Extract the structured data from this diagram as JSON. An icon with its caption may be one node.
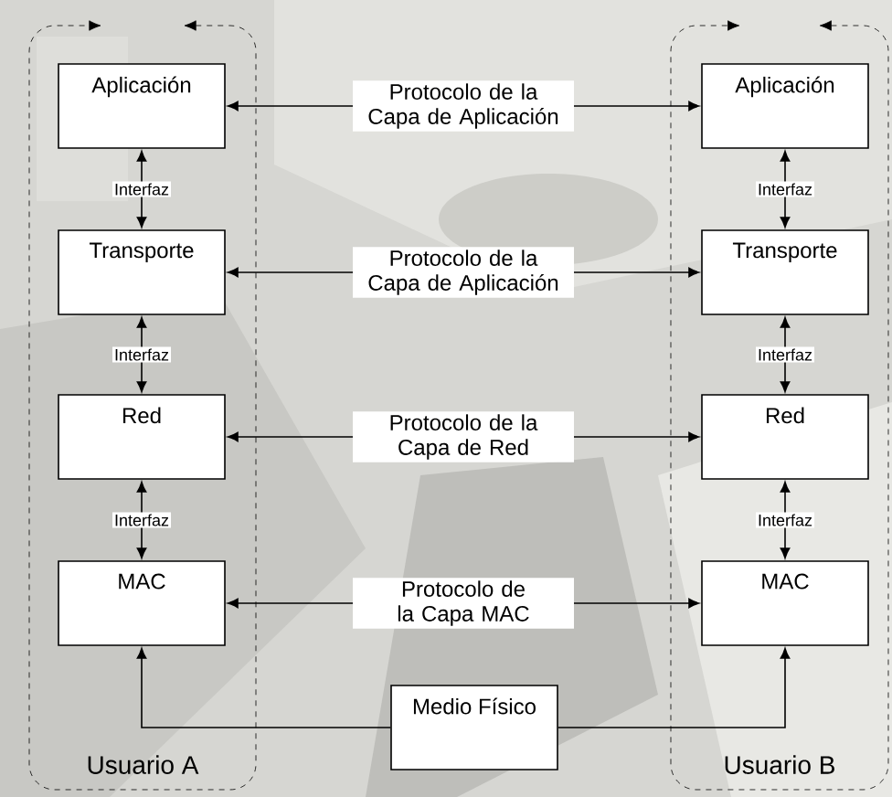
{
  "diagram": {
    "nodes": [
      {
        "text": [
          "Usuario A"
        ]
      },
      {
        "text": [
          "Usuario B"
        ]
      },
      {
        "text": [
          "Aplicación"
        ],
        "in": 0
      },
      {
        "text": [
          "Transporte"
        ],
        "in": 0
      },
      {
        "text": [
          "Red"
        ],
        "in": 0
      },
      {
        "text": [
          "MAC"
        ],
        "in": 0
      },
      {
        "text": [
          "Aplicación"
        ],
        "in": 1
      },
      {
        "text": [
          "Transporte"
        ],
        "in": 1
      },
      {
        "text": [
          "Red"
        ],
        "in": 1
      },
      {
        "text": [
          "MAC"
        ],
        "in": 1
      },
      {
        "text": [
          "Medio Físico"
        ]
      }
    ],
    "edges": [
      {
        "from": 2,
        "to": 6,
        "arrow": "both",
        "label": "Protocolo de la Capa de Aplicación"
      },
      {
        "from": 2,
        "to": 3,
        "arrow": "both",
        "label": "Interfaz"
      },
      {
        "from": 6,
        "to": 7,
        "arrow": "both",
        "label": "Interfaz"
      },
      {
        "from": 3,
        "to": 7,
        "arrow": "both",
        "label": "Protocolo de la Capa de Aplicación"
      },
      {
        "from": 3,
        "to": 4,
        "arrow": "both",
        "label": "Interfaz"
      },
      {
        "from": 7,
        "to": 8,
        "arrow": "both",
        "label": "Interfaz"
      },
      {
        "from": 4,
        "to": 8,
        "arrow": "both",
        "label": "Protocolo de la Capa de Red"
      },
      {
        "from": 4,
        "to": 5,
        "arrow": "both",
        "label": "Interfaz"
      },
      {
        "from": 8,
        "to": 9,
        "arrow": "both",
        "label": "Interfaz"
      },
      {
        "from": 5,
        "to": 9,
        "arrow": "both",
        "label": "Protocolo de la Capa MAC"
      },
      {
        "from": 10,
        "to": 5,
        "arrow": "to"
      },
      {
        "from": 10,
        "to": 9,
        "arrow": "to"
      }
    ]
  }
}
